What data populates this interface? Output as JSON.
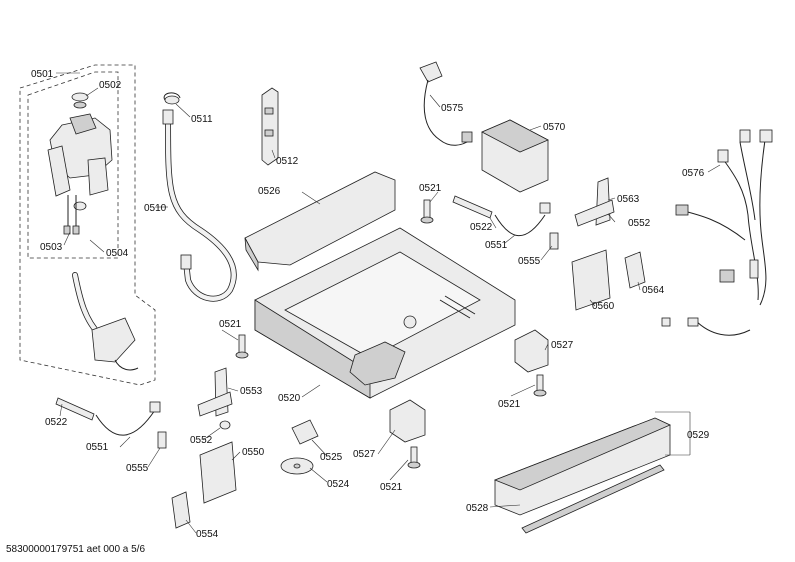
{
  "footer": "58300000179751 aet 000 a 5/6",
  "callouts": [
    {
      "id": "0501",
      "text": "0501"
    },
    {
      "id": "0502",
      "text": "0502"
    },
    {
      "id": "0503",
      "text": "0503"
    },
    {
      "id": "0504",
      "text": "0504"
    },
    {
      "id": "0510",
      "text": "0510"
    },
    {
      "id": "0511",
      "text": "0511"
    },
    {
      "id": "0512",
      "text": "0512"
    },
    {
      "id": "0520",
      "text": "0520"
    },
    {
      "id": "0521a",
      "text": "0521"
    },
    {
      "id": "0521b",
      "text": "0521"
    },
    {
      "id": "0521c",
      "text": "0521"
    },
    {
      "id": "0521d",
      "text": "0521"
    },
    {
      "id": "0522a",
      "text": "0522"
    },
    {
      "id": "0522b",
      "text": "0522"
    },
    {
      "id": "0524",
      "text": "0524"
    },
    {
      "id": "0525",
      "text": "0525"
    },
    {
      "id": "0526",
      "text": "0526"
    },
    {
      "id": "0527a",
      "text": "0527"
    },
    {
      "id": "0527b",
      "text": "0527"
    },
    {
      "id": "0528",
      "text": "0528"
    },
    {
      "id": "0529",
      "text": "0529"
    },
    {
      "id": "0550",
      "text": "0550"
    },
    {
      "id": "0551a",
      "text": "0551"
    },
    {
      "id": "0551b",
      "text": "0551"
    },
    {
      "id": "0552a",
      "text": "0552"
    },
    {
      "id": "0552b",
      "text": "0552"
    },
    {
      "id": "0553",
      "text": "0553"
    },
    {
      "id": "0554",
      "text": "0554"
    },
    {
      "id": "0555a",
      "text": "0555"
    },
    {
      "id": "0555b",
      "text": "0555"
    },
    {
      "id": "0560",
      "text": "0560"
    },
    {
      "id": "0563",
      "text": "0563"
    },
    {
      "id": "0564",
      "text": "0564"
    },
    {
      "id": "0570",
      "text": "0570"
    },
    {
      "id": "0575",
      "text": "0575"
    },
    {
      "id": "0576",
      "text": "0576"
    }
  ]
}
